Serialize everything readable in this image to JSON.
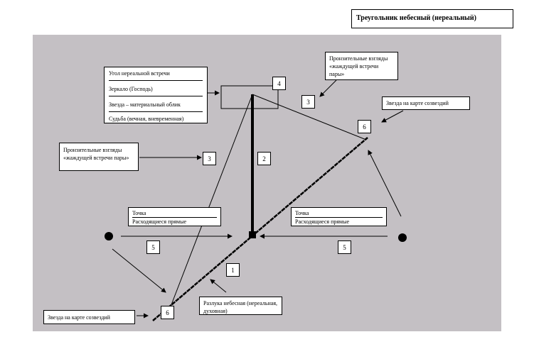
{
  "title": "Треугольник небесный (нереальный)",
  "labels": {
    "topleft_box": [
      "Угол нереальной встречи",
      "Зеркало (Господь)",
      "Звезда – материальный облик",
      "Судьба (вечная, вневременная)"
    ],
    "glances_top": "Пронзительные взгляды «жаждущей встречи пары»",
    "glances_left": "Пронзительные взгляды «жаждущей встречи пары»",
    "star_map_right": "Звезда на карте созвездий",
    "star_map_left": "Звезда на карте созвездий",
    "point_left": [
      "Точка",
      "Расходящиеся прямые"
    ],
    "point_right": [
      "Точка",
      "Расходящиеся прямые"
    ],
    "separation": "Разлука небесная (нереальная, духовная)"
  },
  "numbers": {
    "n4": "4",
    "n3_top": "3",
    "n3_left": "3",
    "n2": "2",
    "n6_right": "6",
    "n6_left": "6",
    "n5_left": "5",
    "n5_right": "5",
    "n1": "1"
  }
}
